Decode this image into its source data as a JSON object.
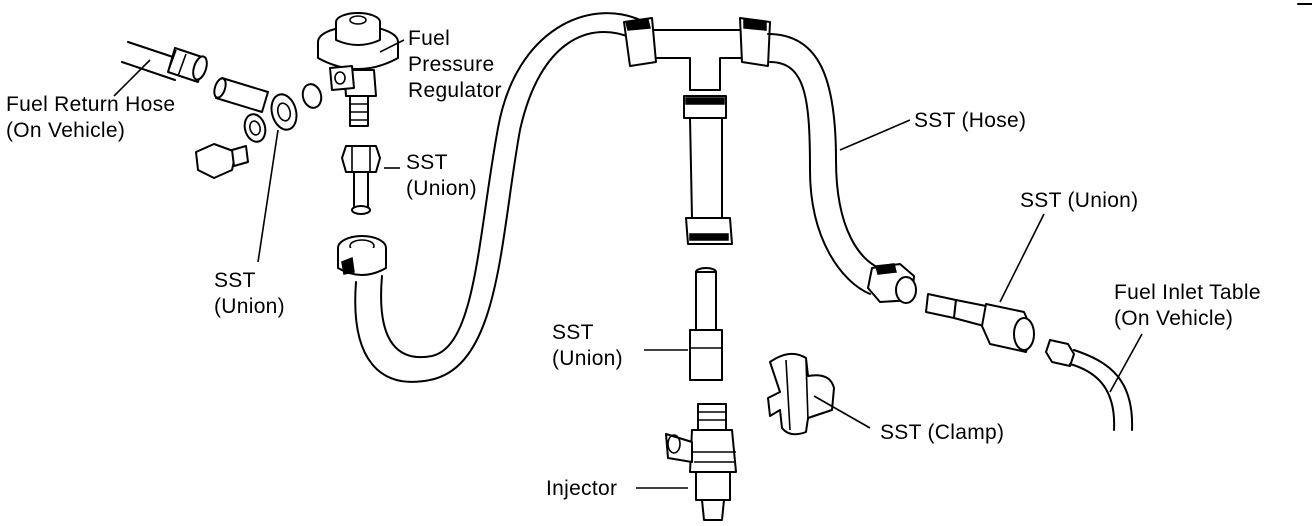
{
  "labels": {
    "fuel_return_hose": [
      "Fuel Return Hose",
      "(On Vehicle)"
    ],
    "sst_union_left": [
      "SST",
      "(Union)"
    ],
    "fuel_pressure_regulator": [
      "Fuel",
      "Pressure",
      "Regulator"
    ],
    "sst_union_reg": [
      "SST",
      "(Union)"
    ],
    "sst_hose": [
      "SST (Hose)"
    ],
    "sst_union_right": [
      "SST (Union)"
    ],
    "fuel_inlet_table": [
      "Fuel Inlet Table",
      "(On Vehicle)"
    ],
    "sst_union_center": [
      "SST",
      "(Union)"
    ],
    "sst_clamp": [
      "SST (Clamp)"
    ],
    "injector": [
      "Injector"
    ]
  },
  "colors": {
    "line": "#000000",
    "background": "#ffffff"
  }
}
